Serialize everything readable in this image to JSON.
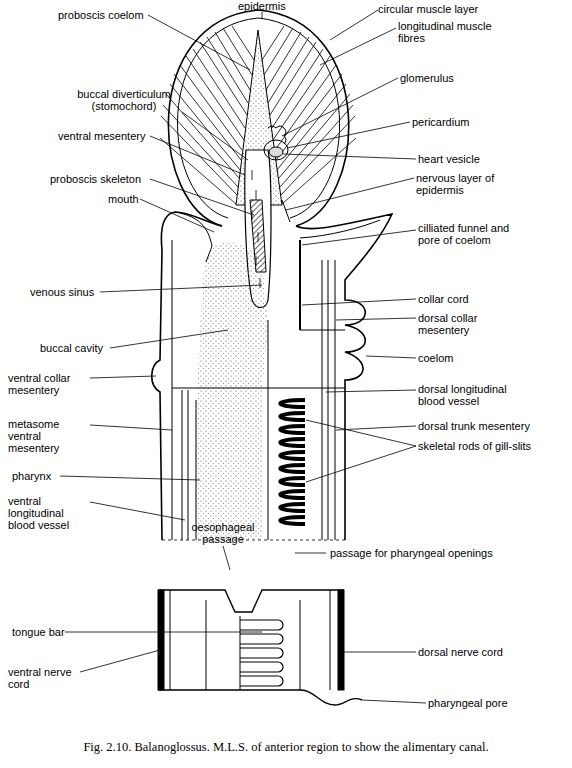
{
  "diagram": {
    "caption": "Fig. 2.10. Balanoglossus. M.L.S. of anterior region to show the alimentary canal.",
    "labels": [
      "epidermis",
      "proboscis coelom",
      "circular muscle layer",
      "longitudinal muscle fibres",
      "buccal diverticulum (stomochord)",
      "glomerulus",
      "ventral mesentery",
      "pericardium",
      "heart vesicle",
      "proboscis skeleton",
      "nervous layer of epidermis",
      "mouth",
      "cilliated funnel and pore of coelom",
      "venous sinus",
      "collar cord",
      "dorsal collar mesentery",
      "buccal cavity",
      "ventral collar mesentery",
      "coelom",
      "dorsal longitudinal blood vessel",
      "metasome ventral mesentery",
      "dorsal trunk mesentery",
      "skeletal rods of gill-slits",
      "pharynx",
      "ventral longitudinal blood vessel",
      "oesophageal passage",
      "passage for pharyngeal openings",
      "tongue bar",
      "dorsal nerve cord",
      "ventral nerve cord",
      "pharyngeal pore"
    ]
  }
}
